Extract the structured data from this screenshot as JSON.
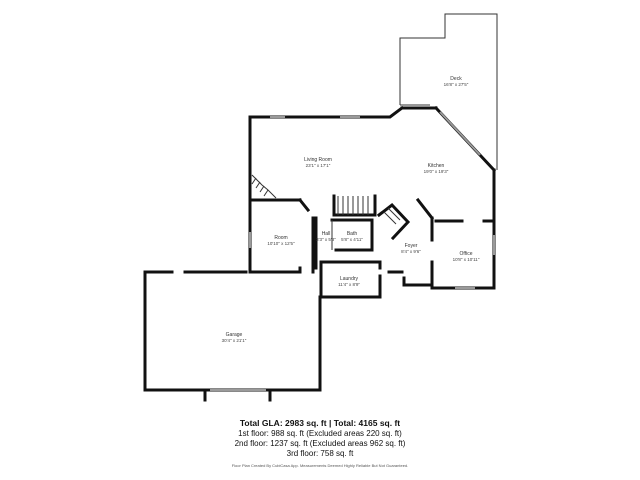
{
  "rooms": {
    "deck": {
      "name": "Deck",
      "dims": "16'8\" x 27'5\""
    },
    "living_room": {
      "name": "Living Room",
      "dims": "23'1\" x 17'1\""
    },
    "kitchen": {
      "name": "Kitchen",
      "dims": "19'0\" x 19'3\""
    },
    "room": {
      "name": "Room",
      "dims": "10'10\" x 12'5\""
    },
    "hall": {
      "name": "Hall",
      "dims": "3'3\" x 5'3\""
    },
    "bath": {
      "name": "Bath",
      "dims": "5'8\" x 4'11\""
    },
    "foyer": {
      "name": "Foyer",
      "dims": "8'4\" x 9'6\""
    },
    "office": {
      "name": "Office",
      "dims": "10'8\" x 10'11\""
    },
    "laundry": {
      "name": "Laundry",
      "dims": "11'4\" x 8'9\""
    },
    "garage": {
      "name": "Garage",
      "dims": "30'4\" x 21'1\""
    }
  },
  "summary": {
    "total_line": "Total GLA: 2983 sq. ft | Total: 4165 sq. ft",
    "floor1": "1st floor: 988 sq. ft (Excluded areas 220 sq. ft)",
    "floor2": "2nd floor: 1237 sq. ft (Excluded areas 962 sq. ft)",
    "floor3": "3rd floor: 758 sq. ft",
    "disclaimer": "Floor Plan Created By CubiCasa App. Measurements Deemed Highly Reliable But Not Guaranteed."
  }
}
